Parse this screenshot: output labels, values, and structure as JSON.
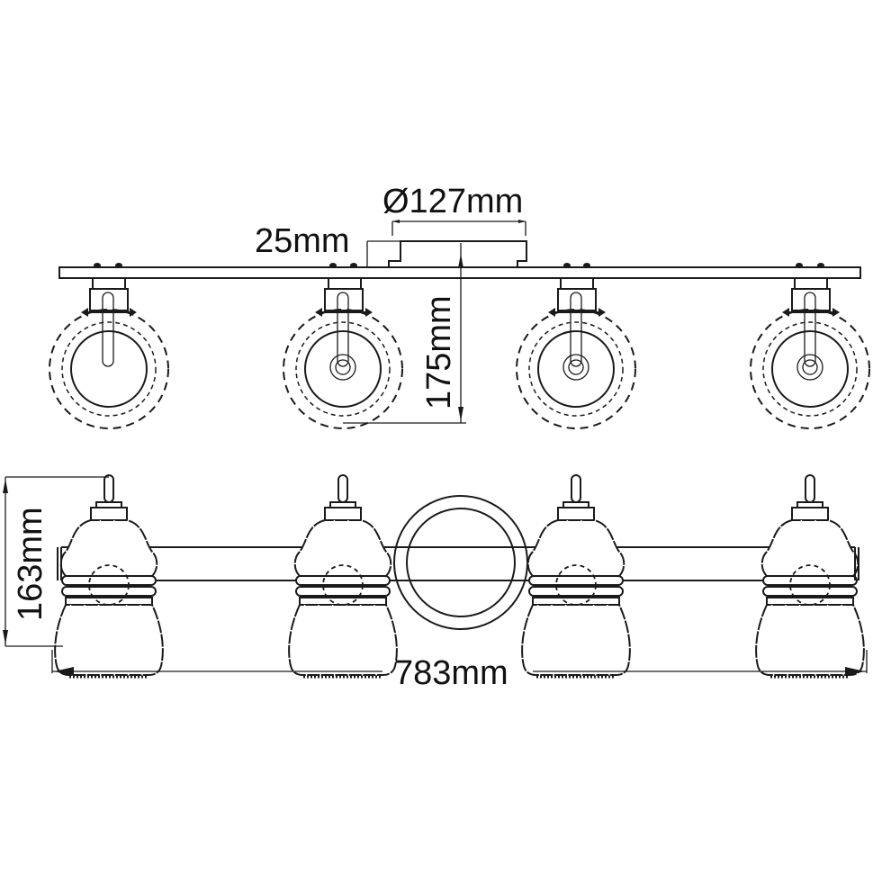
{
  "diagram": {
    "title": "Four-light bathroom wall fixture dimension drawing",
    "views": [
      "top-view",
      "front-view"
    ],
    "dimensions": {
      "backplate_diameter": "Ø127mm",
      "backplate_depth": "25mm",
      "projection": "175mm",
      "height": "163mm",
      "width": "783mm"
    },
    "shade_count": 4,
    "colors": {
      "line": "#1a1a1a",
      "background": "#ffffff"
    }
  }
}
